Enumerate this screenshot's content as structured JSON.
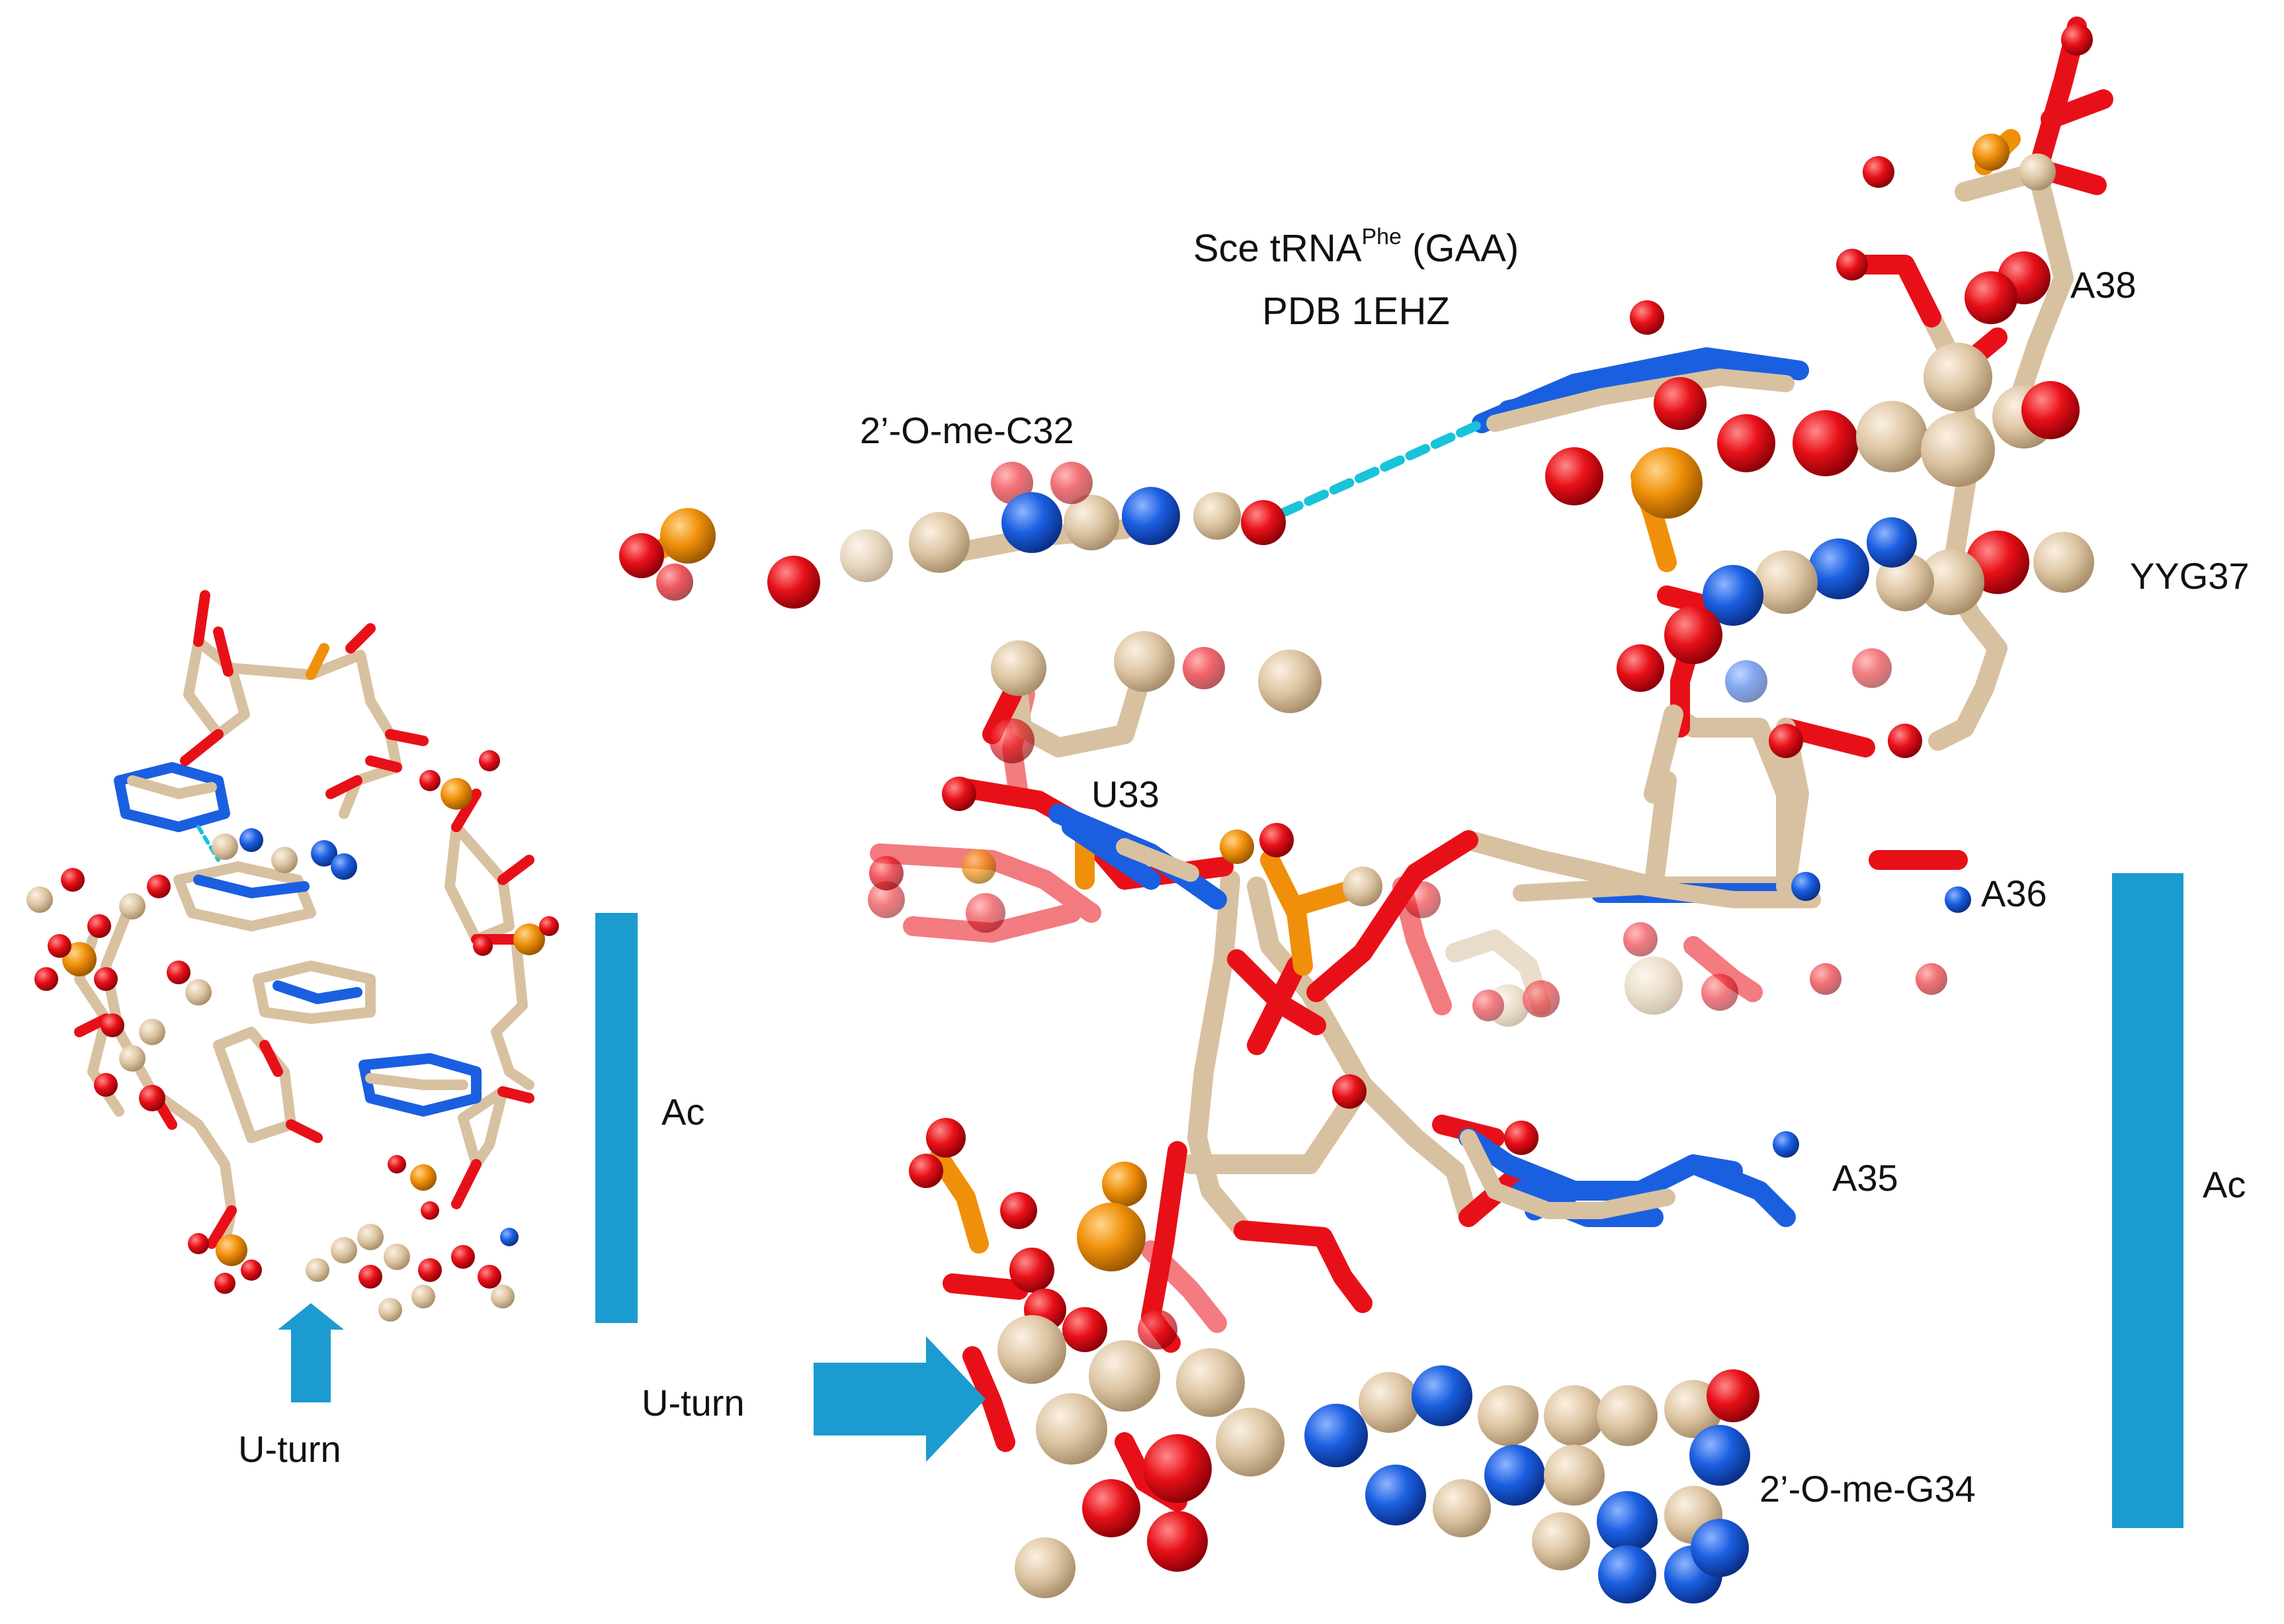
{
  "title": {
    "line1_prefix": "Sce tRNA",
    "line1_sup": "Phe",
    "line1_suffix": " (GAA)",
    "line2": "PDB 1EHZ"
  },
  "labels": {
    "c32": "2’-O-me-C32",
    "u33": "U33",
    "a38": "A38",
    "yyg37": "YYG37",
    "a36": "A36",
    "a35": "A35",
    "g34": "2’-O-me-G34",
    "ac_right": "Ac",
    "ac_left": "Ac",
    "uturn_left": "U-turn",
    "uturn_right": "U-turn"
  },
  "colors": {
    "carbon": "#d8c1a0",
    "oxygen": "#e8101a",
    "nitrogen": "#1a5fe0",
    "phosphorus": "#f0900a",
    "hbond": "#19c3d9",
    "annotation": "#1c9bd0"
  }
}
